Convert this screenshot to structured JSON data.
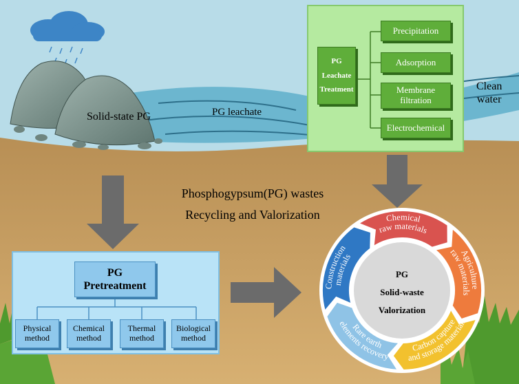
{
  "colors": {
    "sky": "#b8dce8",
    "ground": "#c49a5a",
    "water": "#6cb6cf",
    "green_panel": "#b5eaa0",
    "green_item": "#5fae3a",
    "blue_panel": "#b9e3f7",
    "blue_item": "#8fc8ec",
    "arrow": "#6b6b6b",
    "ring_red": "#d9534f",
    "ring_orange": "#ee7b3d",
    "ring_yellow": "#f2c12e",
    "ring_lightblue": "#8fc3e6",
    "ring_blue": "#2f78c4",
    "center_gray": "#d9d9d9"
  },
  "scene": {
    "solid_pg_label": "Solid-state PG",
    "leachate_label": "PG leachate",
    "clean_water_label": [
      "Clean",
      "water"
    ],
    "title_line1": "Phosphogypsum(PG) wastes",
    "title_line2": "Recycling and Valorization"
  },
  "leachate_treatment": {
    "title_lines": [
      "PG",
      "Leachate",
      "Treatment"
    ],
    "methods": [
      "Precipitation",
      "Adsorption",
      "Membrane filtration",
      "Electrochemical"
    ]
  },
  "pretreatment": {
    "title_lines": [
      "PG",
      "Pretreatment"
    ],
    "methods": [
      [
        "Physical",
        "method"
      ],
      [
        "Chemical",
        "method"
      ],
      [
        "Thermal",
        "method"
      ],
      [
        "Biological",
        "method"
      ]
    ]
  },
  "valorization": {
    "center_lines": [
      "PG",
      "Solid-waste",
      "Valorization"
    ],
    "segments": [
      {
        "lines": [
          "Chemical",
          "raw materials"
        ],
        "color": "#d9534f"
      },
      {
        "lines": [
          "Agriculture",
          "raw materials"
        ],
        "color": "#ee7b3d"
      },
      {
        "lines": [
          "Carbon capture",
          "and storage materials"
        ],
        "color": "#f2c12e"
      },
      {
        "lines": [
          "Rare earth",
          "elements recovery"
        ],
        "color": "#8fc3e6"
      },
      {
        "lines": [
          "Construction",
          "materials"
        ],
        "color": "#2f78c4"
      }
    ]
  }
}
